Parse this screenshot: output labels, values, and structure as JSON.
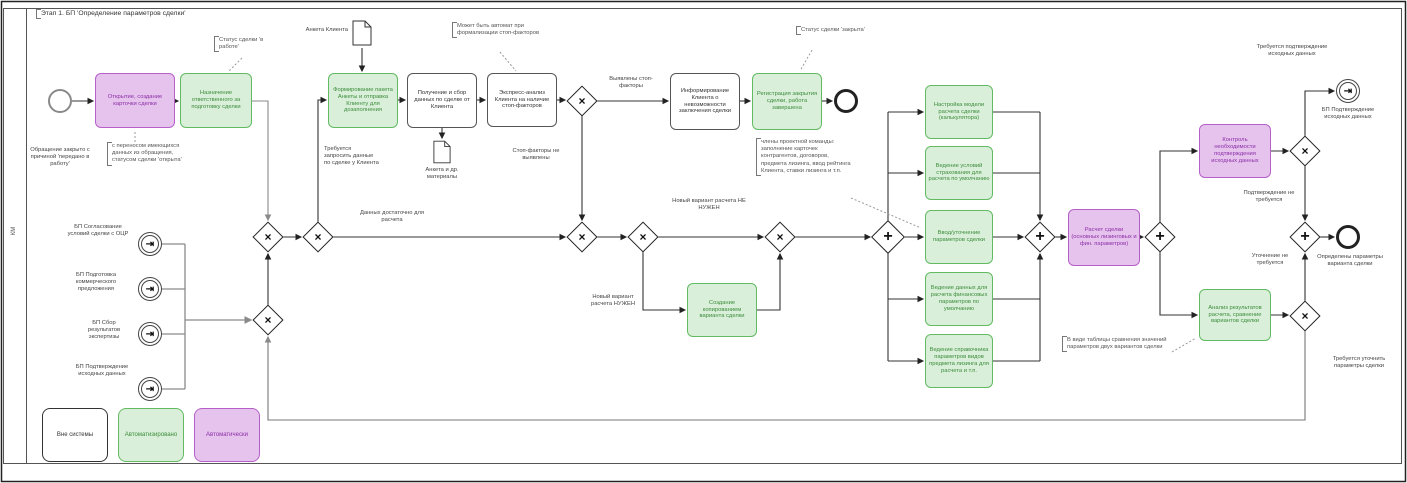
{
  "title": "Этап 1. БП 'Определение параметров сделки'",
  "pool": "КМ",
  "icons": {
    "xor": "×",
    "and": "+",
    "link": "⇥"
  },
  "colors": {
    "green_fill": "#d9efd9",
    "green_border": "#62bb62",
    "green_text": "#3c8c3c",
    "purple_fill": "#e6c3ec",
    "purple_border": "#b55fc9",
    "purple_text": "#8b2fa8"
  },
  "events": {
    "start": "Обращение закрыто с причиной 'передано в работу'",
    "end_deal_closed": "",
    "end_params": "Определены параметры варианта сделки",
    "bp_confirm_right": "БП Подтверждение исходных данных",
    "left": [
      "БП Согласование условий сделки с ОЦР",
      "БП Подготовка коммерческого предложения",
      "БП Сбор результатов экспертизы",
      "БП Подтверждение исходных данных"
    ]
  },
  "tasks": {
    "open": "Открытие, создание карточки сделки",
    "assign": "Назначение ответственного за подготовку сделки",
    "form": "Формирование пакета Анкеты и отправка Клиенту для дозаполнения",
    "receive": "Получение и сбор данных по сделке от Клиента",
    "express": "Экспресс-анализ Клиента на наличие стоп-факторов",
    "inform": "Информирование Клиента о невозможности заключения сделки",
    "register": "Регистрация закрытия сделки, работа завершена",
    "copy": "Создание копированием варианта сделки",
    "b1": "Настройка модели расчета сделки (калькулятора)",
    "b2": "Ведение условий страхования для расчета по умолчанию",
    "b3": "Ввод/уточнение параметров сделки",
    "b4": "Ведение данных для расчета финансовых параметров по умолчанию",
    "b5": "Ведение справочника параметров видов предмета лизинга для расчета и т.п.",
    "calc": "Расчет сделки (основных лизинговых и фин. параметров)",
    "control": "Контроль необходимости подтверждения исходных данных",
    "analysis": "Анализ результатов расчета, сравнение вариантов сделки"
  },
  "labels": {
    "data_enough": "Данных достаточно для расчета",
    "stop_found": "Выявлены стоп-факторы",
    "stop_none": "Стоп-факторы не выявлены",
    "newvar_no": "Новый вариант расчета НЕ НУЖЕН",
    "newvar_yes": "Новый вариант расчета НУЖЕН",
    "confirm_no": "Подтверждение не требуется",
    "clarify_no": "Уточнение не требуется",
    "clarify_yes": "Требуется уточнить параметры сделки",
    "doc_questionnaire": "Анкета Клиента",
    "doc_materials": "Анкета и др. материалы"
  },
  "annotations": {
    "status_work": "Статус сделки 'в работе'",
    "transfer": "с переносом имеющихся данных из обращения, статусом сделки 'открыта'",
    "request_data": "Требуется запросить данные по сделке у Клиента",
    "may_auto": "Может быть автомат при формализации стоп-факторов",
    "status_closed": "Статус сделки 'закрыта'",
    "team": "члены проектной команды: заполнение карточек контрагентов, договоров, предмета лизинга, ввод рейтинга Клиента, ставки лизинга и т.п.",
    "table": "В виде таблицы сравнения значений параметров двух вариантов сделки",
    "confirm_required": "Требуется подтверждение исходных данных"
  },
  "legend": {
    "out_of_system": "Вне системы",
    "automated": "Автоматизировано",
    "automatic": "Автоматически"
  }
}
